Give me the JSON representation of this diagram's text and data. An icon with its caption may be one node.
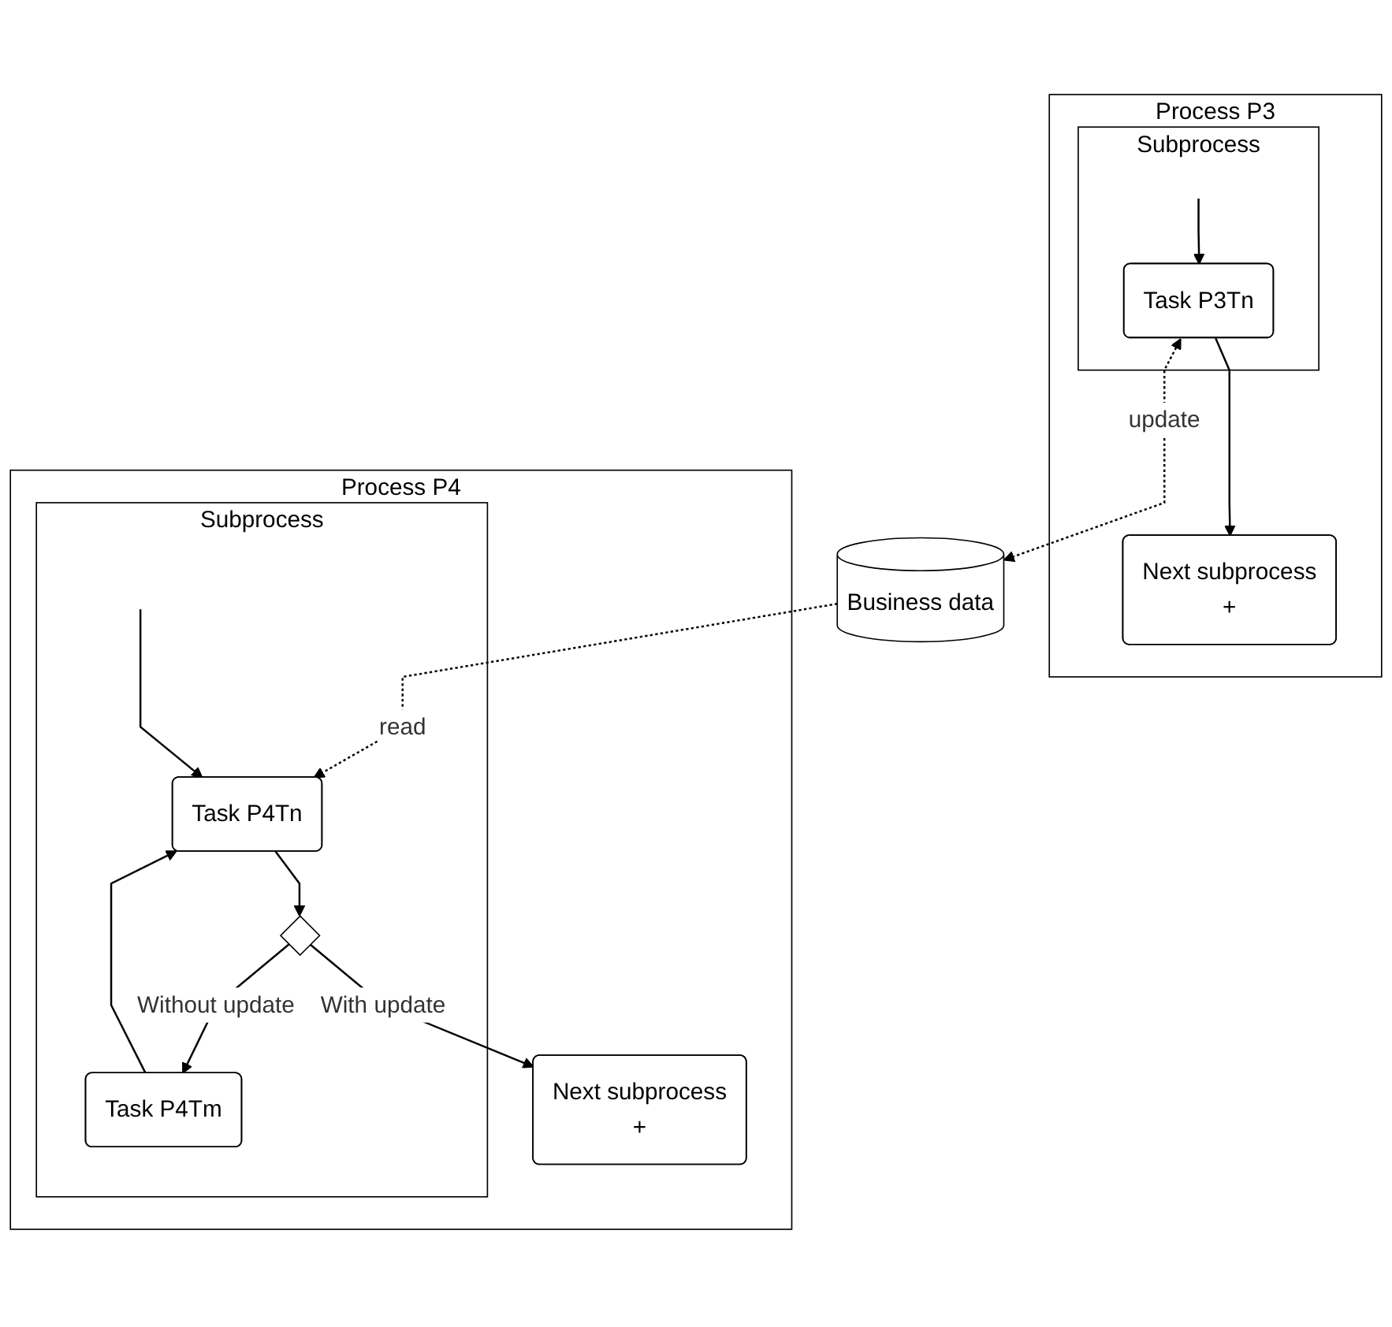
{
  "diagram": {
    "nodes": [
      {
        "text": [
          "Process P3"
        ]
      },
      {
        "text": [
          "Subprocess"
        ],
        "in": 0
      },
      {
        "text": [
          "Task P3Tn"
        ],
        "in": 1
      },
      {
        "text": [
          "Next subprocess",
          "+"
        ],
        "in": 0
      },
      {
        "text": [
          "Business data"
        ]
      },
      {
        "text": [
          "Process P4"
        ]
      },
      {
        "text": [
          "Subprocess"
        ],
        "in": 5
      },
      {
        "text": [
          "Task P4Tn"
        ],
        "in": 6
      },
      {
        "text": [],
        "shape": "diamond",
        "in": 6
      },
      {
        "text": [
          "Task P4Tm"
        ],
        "in": 6
      },
      {
        "text": [
          "Next subprocess",
          "+"
        ],
        "in": 5
      }
    ],
    "edges": [
      {
        "from": null,
        "to": 2,
        "arrow": "to"
      },
      {
        "from": 2,
        "to": 3,
        "arrow": "to"
      },
      {
        "from": 2,
        "to": 4,
        "arrow": "both",
        "label": "update",
        "style": "dashed"
      },
      {
        "from": 4,
        "to": 7,
        "arrow": "to",
        "label": "read",
        "style": "dashed"
      },
      {
        "from": null,
        "to": 7,
        "arrow": "to"
      },
      {
        "from": 7,
        "to": 8,
        "arrow": "to"
      },
      {
        "from": 8,
        "to": 10,
        "arrow": "to",
        "label": "With update"
      },
      {
        "from": 8,
        "to": 9,
        "arrow": "to",
        "label": "Without update"
      },
      {
        "from": 9,
        "to": 7,
        "arrow": "to"
      }
    ]
  }
}
